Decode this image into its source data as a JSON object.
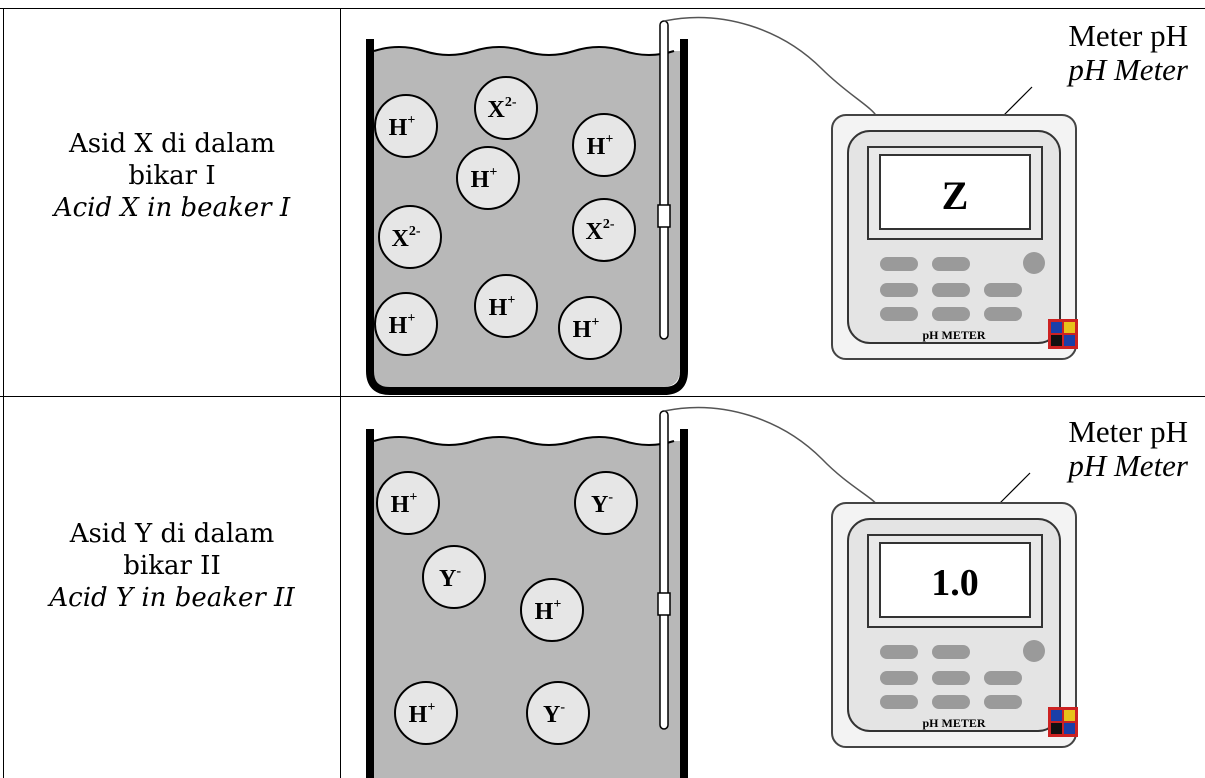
{
  "rows": [
    {
      "label_ms_line1": "Asid X di dalam",
      "label_ms_line2": "bikar I",
      "label_en": "Acid X in beaker I",
      "meter_label_ms": "Meter pH",
      "meter_label_en": "pH Meter",
      "meter_reading": "Z",
      "meter_brand": "pH METER",
      "ions": [
        {
          "symbol": "H",
          "charge": "+"
        },
        {
          "symbol": "X",
          "charge": "2-"
        },
        {
          "symbol": "H",
          "charge": "+"
        },
        {
          "symbol": "H",
          "charge": "+"
        },
        {
          "symbol": "X",
          "charge": "2-"
        },
        {
          "symbol": "X",
          "charge": "2-"
        },
        {
          "symbol": "H",
          "charge": "+"
        },
        {
          "symbol": "H",
          "charge": "+"
        },
        {
          "symbol": "H",
          "charge": "+"
        }
      ]
    },
    {
      "label_ms_line1": "Asid Y di dalam",
      "label_ms_line2": "bikar II",
      "label_en": "Acid Y in beaker II",
      "meter_label_ms": "Meter pH",
      "meter_label_en": "pH Meter",
      "meter_reading": "1.0",
      "meter_brand": "pH METER",
      "ions": [
        {
          "symbol": "H",
          "charge": "+"
        },
        {
          "symbol": "Y",
          "charge": "-"
        },
        {
          "symbol": "Y",
          "charge": "-"
        },
        {
          "symbol": "H",
          "charge": "+"
        },
        {
          "symbol": "H",
          "charge": "+"
        },
        {
          "symbol": "Y",
          "charge": "-"
        }
      ]
    }
  ],
  "colors": {
    "liquid": "#b8b8b8",
    "ion_fill": "#e6e6e6",
    "meter_body": "#ececec",
    "meter_screen": "#ffffff",
    "meter_button": "#9a9a9a",
    "line": "#000000"
  }
}
